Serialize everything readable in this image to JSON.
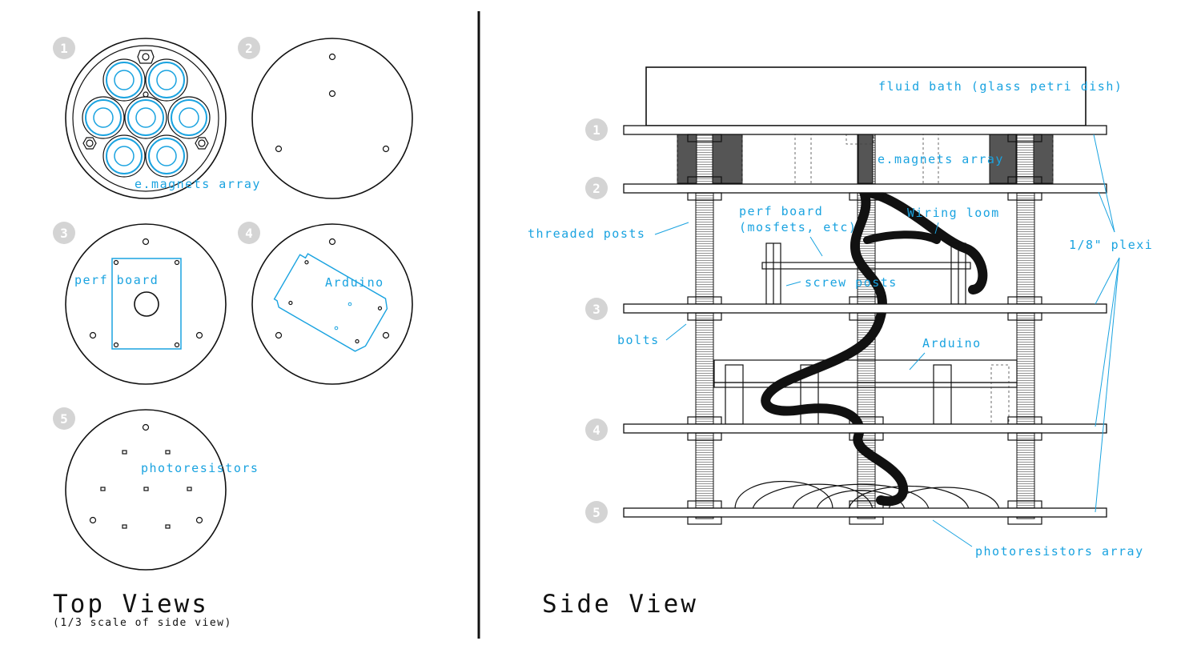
{
  "top_views": {
    "title": "Top Views",
    "subtitle": "(1/3 scale of side view)",
    "labels": {
      "emagnets": "e.magnets array",
      "perf_board": "perf board",
      "arduino": "Arduino",
      "photoresistors": "photoresistors"
    },
    "badges": [
      "1",
      "2",
      "3",
      "4",
      "5"
    ]
  },
  "side_view": {
    "title": "Side View",
    "labels": {
      "fluid_bath": "fluid bath (glass petri dish)",
      "emagnets": "e.magnets array",
      "threaded_posts": "threaded posts",
      "perf_board_1": "perf board",
      "perf_board_2": "(mosfets, etc)",
      "wiring_loom": "Wiring loom",
      "plexi": "1/8\" plexi",
      "screw_posts": "screw posts",
      "bolts": "bolts",
      "arduino": "Arduino",
      "photoresistors_array": "photoresistors array"
    },
    "badges": [
      "1",
      "2",
      "3",
      "4",
      "5"
    ]
  },
  "colors": {
    "accent": "#1aa3e0",
    "ink": "#111111",
    "badge": "#d4d4d4",
    "magnet_core": "#555555"
  }
}
